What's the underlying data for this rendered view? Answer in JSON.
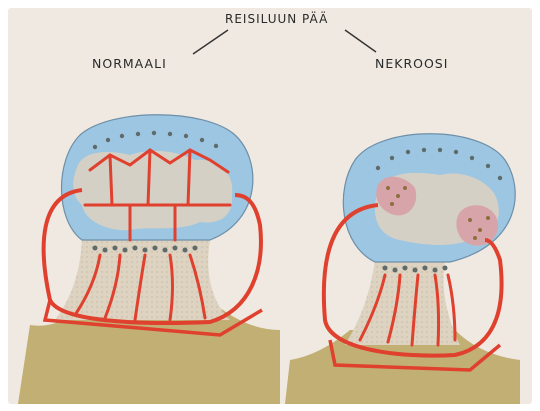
{
  "title": "REISILUUN PÄÄ",
  "labels": {
    "left": "NORMAALI",
    "right": "NEKROOSI"
  },
  "colors": {
    "paper": "#efe9e1",
    "cartilage_blue": "#9cc6e2",
    "vessel_red": "#e0402e",
    "bone_grey": "#d5d0c6",
    "neck_beige": "#ddd3c0",
    "shaft_olive": "#b9a45f",
    "necrosis_pink": "#d7a5a9"
  }
}
